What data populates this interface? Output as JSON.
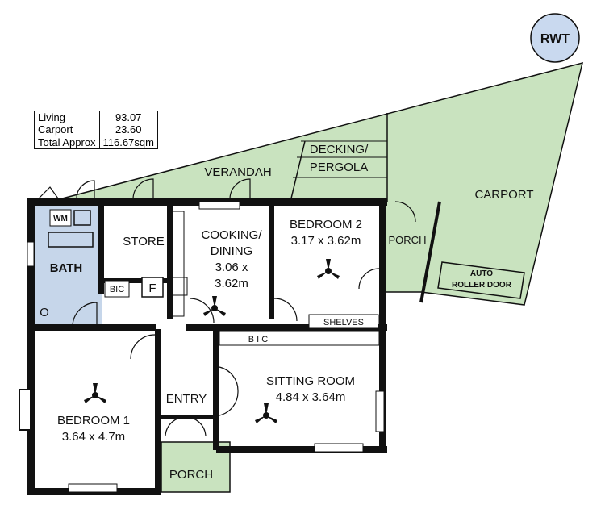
{
  "area_table": {
    "rows": [
      {
        "label": "Living",
        "value": "93.07"
      },
      {
        "label": "Carport",
        "value": "23.60"
      },
      {
        "label": "Total Approx",
        "value": "116.67sqm"
      }
    ]
  },
  "rwt": "RWT",
  "rooms": {
    "verandah": "VERANDAH",
    "decking_line1": "DECKING/",
    "decking_line2": "PERGOLA",
    "carport": "CARPORT",
    "auto_door_line1": "AUTO",
    "auto_door_line2": "ROLLER DOOR",
    "porch_side": "PORCH",
    "porch_front": "PORCH",
    "wm": "WM",
    "bath": "BATH",
    "store": "STORE",
    "bic_small": "BIC",
    "fridge": "F",
    "cooking_line1": "COOKING/",
    "cooking_line2": "DINING",
    "cooking_line3": "3.06 x",
    "cooking_line4": "3.62m",
    "bedroom2_name": "BEDROOM 2",
    "bedroom2_size": "3.17 x 3.62m",
    "shelves": "SHELVES",
    "bic_hall": "B I C",
    "sitting_name": "SITTING ROOM",
    "sitting_size": "4.84 x 3.64m",
    "entry": "ENTRY",
    "bedroom1_name": "BEDROOM 1",
    "bedroom1_size": "3.64 x 4.7m",
    "toilet": "O"
  },
  "colors": {
    "outdoor": "#c9e3bf",
    "wet": "#c6d6ea",
    "wall": "#111111"
  }
}
